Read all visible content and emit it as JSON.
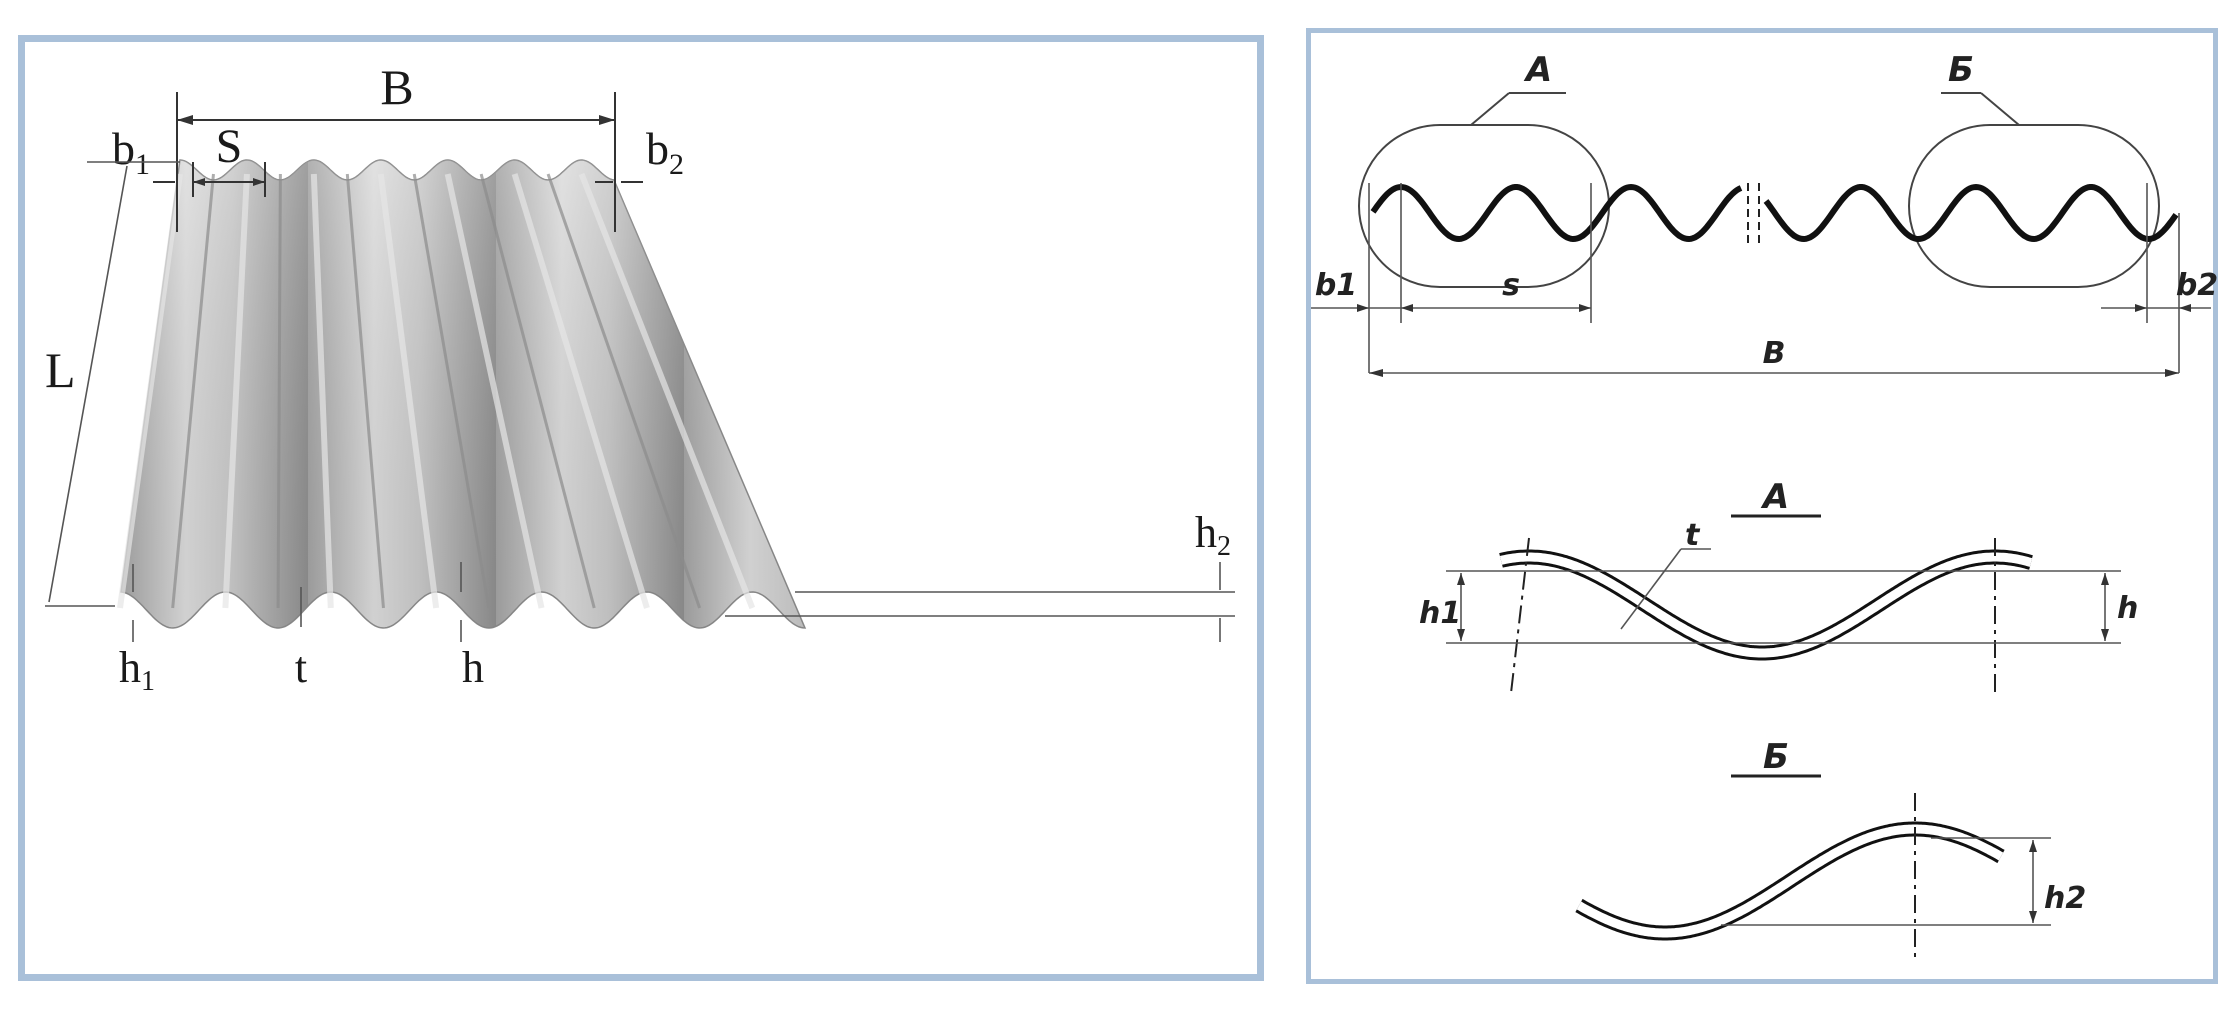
{
  "left_figure": {
    "labels": {
      "B": "B",
      "b1": "b",
      "b1_sub": "1",
      "S": "S",
      "b2": "b",
      "b2_sub": "2",
      "L": "L",
      "h1": "h",
      "h1_sub": "1",
      "t": "t",
      "h": "h",
      "h2": "h",
      "h2_sub": "2"
    }
  },
  "right_figure": {
    "profile": {
      "callout_A": "А",
      "callout_B": "Б",
      "b1": "b1",
      "s": "s",
      "b2": "b2",
      "B": "B"
    },
    "detail_A": {
      "title": "А",
      "t": "t",
      "h1": "h1",
      "h": "h"
    },
    "detail_B": {
      "title": "Б",
      "h2": "h2"
    }
  },
  "colors": {
    "frame": "#a9c0d9",
    "sheet_light": "#d4d4d4",
    "sheet_dark": "#9a9a9a",
    "line": "#222222"
  }
}
